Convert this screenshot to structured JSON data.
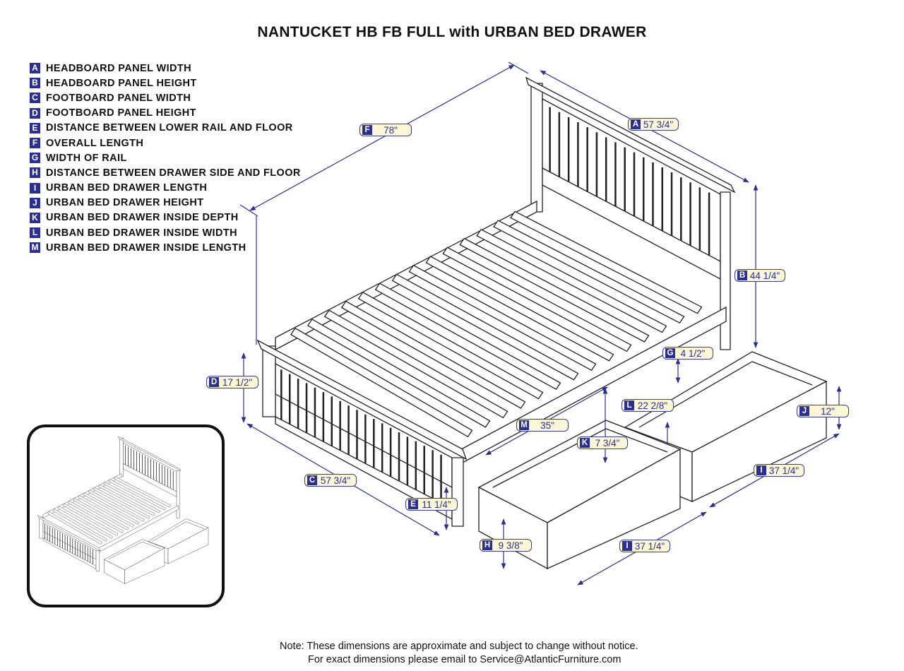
{
  "title": "NANTUCKET HB FB FULL with URBAN BED DRAWER",
  "legend": [
    {
      "letter": "A",
      "text": "HEADBOARD PANEL WIDTH"
    },
    {
      "letter": "B",
      "text": "HEADBOARD PANEL HEIGHT"
    },
    {
      "letter": "C",
      "text": "FOOTBOARD PANEL WIDTH"
    },
    {
      "letter": "D",
      "text": "FOOTBOARD PANEL HEIGHT"
    },
    {
      "letter": "E",
      "text": "DISTANCE BETWEEN LOWER RAIL AND FLOOR"
    },
    {
      "letter": "F",
      "text": "OVERALL LENGTH"
    },
    {
      "letter": "G",
      "text": "WIDTH OF RAIL"
    },
    {
      "letter": "H",
      "text": "DISTANCE BETWEEN DRAWER SIDE AND FLOOR"
    },
    {
      "letter": "I",
      "text": "URBAN BED DRAWER LENGTH"
    },
    {
      "letter": "J",
      "text": "URBAN BED DRAWER HEIGHT"
    },
    {
      "letter": "K",
      "text": "URBAN BED DRAWER INSIDE DEPTH"
    },
    {
      "letter": "L",
      "text": "URBAN BED DRAWER INSIDE WIDTH"
    },
    {
      "letter": "M",
      "text": "URBAN BED DRAWER INSIDE LENGTH"
    }
  ],
  "dimensions": [
    {
      "letter": "F",
      "value": "78\""
    },
    {
      "letter": "A",
      "value": "57 3/4\""
    },
    {
      "letter": "B",
      "value": "44 1/4\""
    },
    {
      "letter": "G",
      "value": "4 1/2\""
    },
    {
      "letter": "D",
      "value": "17 1/2\""
    },
    {
      "letter": "L",
      "value": "22 2/8\""
    },
    {
      "letter": "J",
      "value": "12\""
    },
    {
      "letter": "M",
      "value": "35\""
    },
    {
      "letter": "K",
      "value": "7 3/4\""
    },
    {
      "letter": "C",
      "value": "57 3/4\""
    },
    {
      "letter": "I",
      "value": "37 1/4\""
    },
    {
      "letter": "E",
      "value": "11 1/4\""
    },
    {
      "letter": "H",
      "value": "9 3/8\""
    },
    {
      "letter": "I",
      "value": "37 1/4\""
    }
  ],
  "note": {
    "line1": "Note:  These dimensions are approximate and subject to change without notice.",
    "line2": "For exact dimensions please email to Service@AtlanticFurniture.com"
  },
  "colors": {
    "dimension_line": "#2b2f8f",
    "label_fill": "#fbf7d6",
    "drawing": "#222222"
  }
}
